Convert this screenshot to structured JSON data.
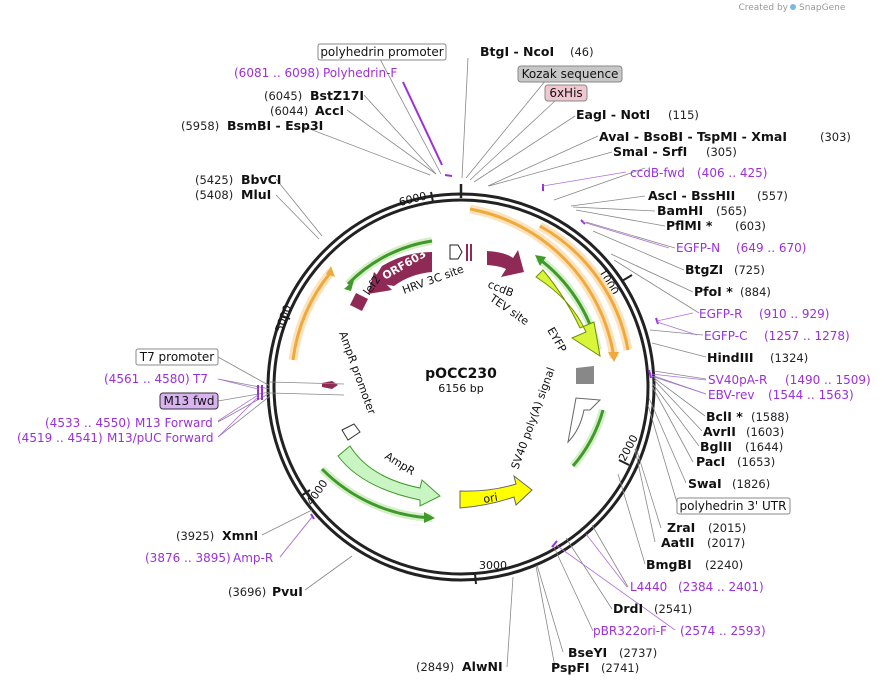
{
  "credit": {
    "text": "Created by",
    "brand": "SnapGene"
  },
  "plasmid": {
    "name": "pOCC230",
    "length": "6156 bp"
  },
  "ticks": [
    "1000",
    "2000",
    "3000",
    "4000",
    "5000",
    "6000"
  ],
  "features": {
    "hrv3c": "HRV 3C site",
    "orf603": "ORF603",
    "lef2": "lef2",
    "ccdb": "ccdB",
    "tev": "TEV site",
    "eyfp": "EYFP",
    "ampr_promoter": "AmpR promoter",
    "ampr": "AmpR",
    "ori": "ori",
    "sv40": "SV40 poly(A) signal"
  },
  "labels": {
    "polyhedrin_promoter": "polyhedrin promoter",
    "btgi_ncoi": "BtgI - NcoI",
    "btgi_ncoi_pos": "(46)",
    "kozak": "Kozak sequence",
    "his6": "6xHis",
    "eagi_noti": "EagI - NotI",
    "eagi_noti_pos": "(115)",
    "avai_group": "AvaI - BsoBI - TspMI - XmaI",
    "avai_group_pos": "(303)",
    "smai_srfi": "SmaI - SrfI",
    "smai_srfi_pos": "(305)",
    "ccdb_fwd": "ccdB-fwd",
    "ccdb_fwd_pos": "(406 .. 425)",
    "asci_bsshii": "AscI - BssHII",
    "asci_bsshii_pos": "(557)",
    "bamhi": "BamHI",
    "bamhi_pos": "(565)",
    "pflmi": "PflMI *",
    "pflmi_pos": "(603)",
    "egfp_n": "EGFP-N",
    "egfp_n_pos": "(649 .. 670)",
    "btgzi": "BtgZI",
    "btgzi_pos": "(725)",
    "pfoi": "PfoI *",
    "pfoi_pos": "(884)",
    "egfp_r": "EGFP-R",
    "egfp_r_pos": "(910 .. 929)",
    "egfp_c": "EGFP-C",
    "egfp_c_pos": "(1257 .. 1278)",
    "hindiii": "HindIII",
    "hindiii_pos": "(1324)",
    "sv40pa_r": "SV40pA-R",
    "sv40pa_r_pos": "(1490 .. 1509)",
    "ebv_rev": "EBV-rev",
    "ebv_rev_pos": "(1544 .. 1563)",
    "bcli": "BclI *",
    "bcli_pos": "(1588)",
    "avrii": "AvrII",
    "avrii_pos": "(1603)",
    "bglii": "BglII",
    "bglii_pos": "(1644)",
    "paci": "PacI",
    "paci_pos": "(1653)",
    "swai": "SwaI",
    "swai_pos": "(1826)",
    "polyhedrin_utr": "polyhedrin 3' UTR",
    "zrai": "ZraI",
    "zrai_pos": "(2015)",
    "aatii": "AatII",
    "aatii_pos": "(2017)",
    "bmgbi": "BmgBI",
    "bmgbi_pos": "(2240)",
    "l4440": "L4440",
    "l4440_pos": "(2384 .. 2401)",
    "drdi": "DrdI",
    "drdi_pos": "(2541)",
    "pbr322ori_f": "pBR322ori-F",
    "pbr322ori_f_pos": "(2574 .. 2593)",
    "bseyi": "BseYI",
    "bseyi_pos": "(2737)",
    "pspfi": "PspFI",
    "pspfi_pos": "(2741)",
    "alwni": "AlwNI",
    "alwni_pos": "(2849)",
    "pvui": "PvuI",
    "pvui_pos": "(3696)",
    "amp_r": "Amp-R",
    "amp_r_pos": "(3876 .. 3895)",
    "xmni": "XmnI",
    "xmni_pos": "(3925)",
    "m13puc": "M13/pUC Forward",
    "m13puc_pos": "(4519 .. 4541)",
    "m13forward": "M13 Forward",
    "m13forward_pos": "(4533 .. 4550)",
    "m13fwd": "M13 fwd",
    "t7": "T7",
    "t7_pos": "(4561 .. 4580)",
    "t7_promoter": "T7 promoter",
    "mlui": "MluI",
    "mlui_pos": "(5408)",
    "bbvci": "BbvCI",
    "bbvci_pos": "(5425)",
    "bsmbi_esp3i": "BsmBI - Esp3I",
    "bsmbi_esp3i_pos": "(5958)",
    "acci": "AccI",
    "acci_pos": "(6044)",
    "bstz17i": "BstZ17I",
    "bstz17i_pos": "(6045)",
    "polyhedrin_f": "Polyhedrin-F",
    "polyhedrin_f_pos": "(6081 .. 6098)"
  },
  "colors": {
    "backbone": "#222222",
    "enzyme": "#111111",
    "primer": "#9b30d9",
    "orange_feature": "#f2a93b",
    "green_feature": "#3f9a2a",
    "maroon_feature": "#8e2a55",
    "eyfp": "#d9f53a",
    "ampr": "#c9f5c3",
    "ori": "#ffff00",
    "kozak_box": "#c7c7c7",
    "his_box": "#f0c6cf",
    "m13_box": "#d9b2f0"
  }
}
